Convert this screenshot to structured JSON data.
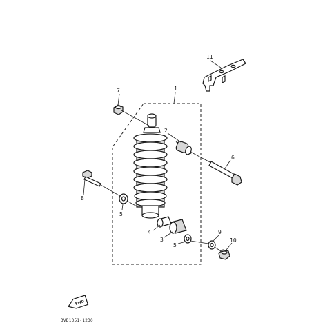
{
  "diagram": {
    "part_code": "3VD1351-1230",
    "fwd_label": "FWD",
    "callouts": {
      "c1": "1",
      "c2": "2",
      "c3": "3",
      "c4": "4",
      "c5a": "5",
      "c5b": "5",
      "c6": "6",
      "c7": "7",
      "c8": "8",
      "c9": "9",
      "c10": "10",
      "c11": "11"
    }
  }
}
